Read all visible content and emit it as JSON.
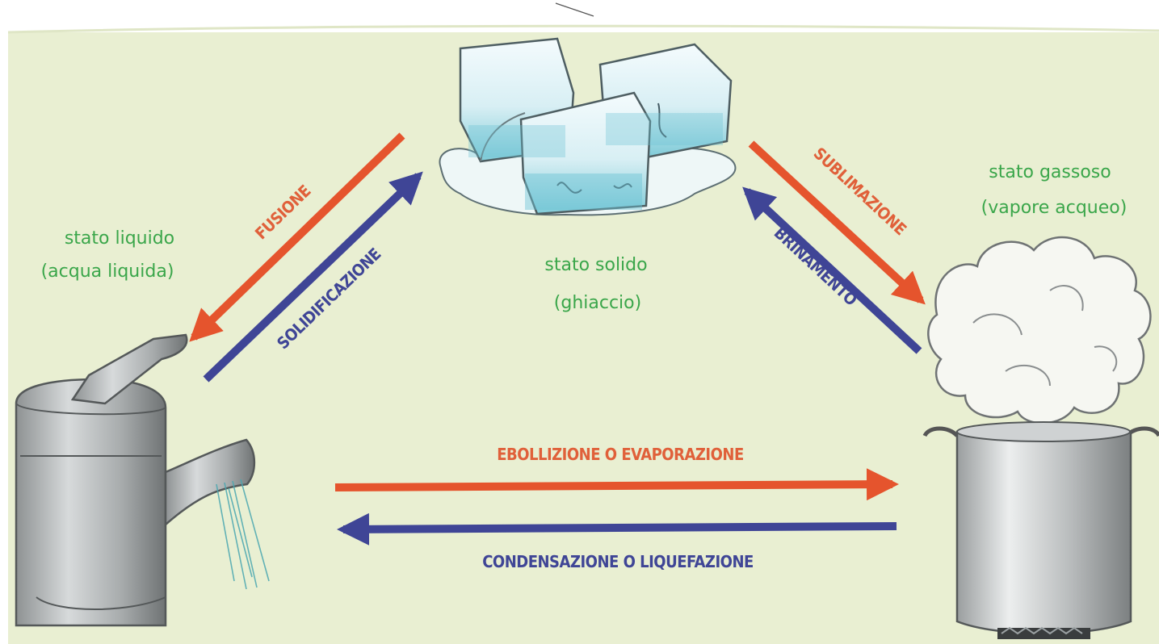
{
  "colors": {
    "background": "#e9efd2",
    "warm_arrow": "#e5542d",
    "cold_arrow": "#3f4596",
    "state_text": "#3aa64a",
    "warm_text": "#e0603a",
    "cold_text": "#3f4596"
  },
  "states": {
    "solid": {
      "line1": "stato solido",
      "line2": "(ghiaccio)",
      "icon": "ice-cubes-icon"
    },
    "liquid": {
      "line1": "stato liquido",
      "line2": "(acqua liquida)",
      "icon": "faucet-icon"
    },
    "gas": {
      "line1": "stato gassoso",
      "line2": "(vapore acqueo)",
      "icon": "steaming-pot-icon"
    }
  },
  "transitions": {
    "fusione": "FUSIONE",
    "solidificazione": "SOLIDIFICAZIONE",
    "sublimazione": "SUBLIMAZIONE",
    "brinamento": "BRINAMENTO",
    "ebollizione": "EBOLLIZIONE O EVAPORAZIONE",
    "condensazione": "CONDENSAZIONE O LIQUEFAZIONE"
  }
}
